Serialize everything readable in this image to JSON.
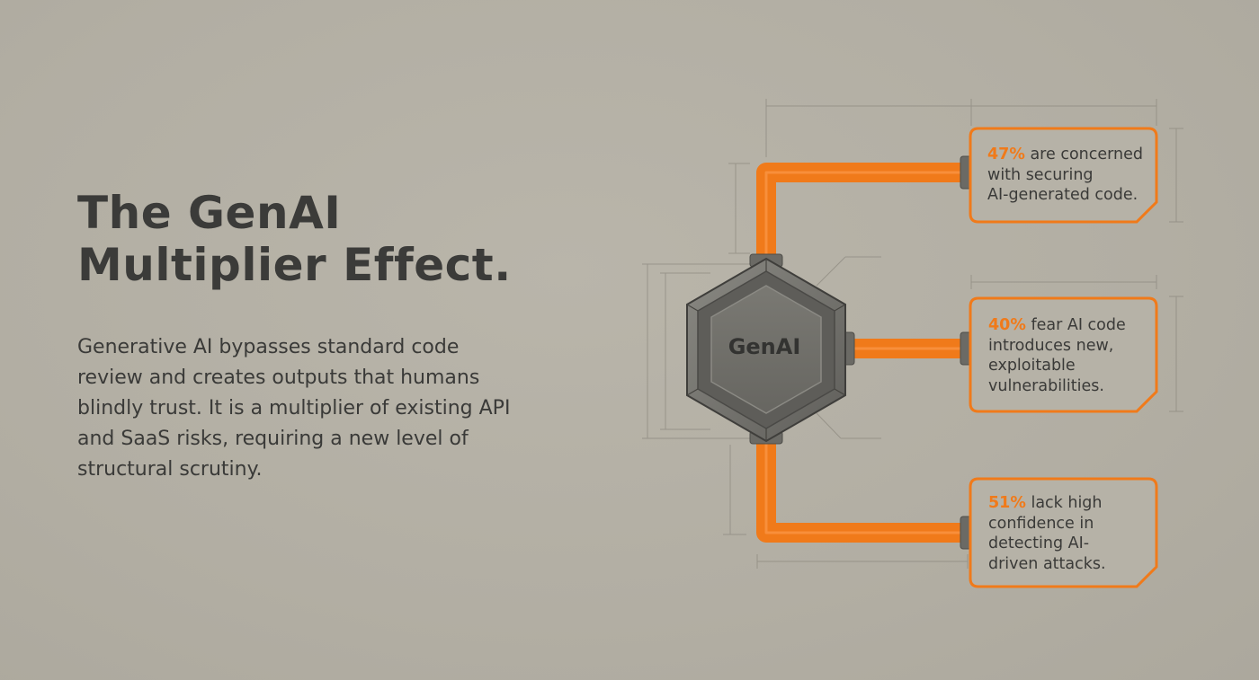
{
  "title_lines": [
    "The GenAI",
    "Multiplier Effect."
  ],
  "body_lines": [
    "Generative AI bypasses standard code",
    "review and creates outputs that humans",
    "blindly trust. It is a multiplier of existing API",
    "and SaaS risks, requiring a new level of",
    "structural scrutiny."
  ],
  "hub": {
    "label": "GenAI"
  },
  "stats": [
    {
      "percent": "47%",
      "percent_value": 47,
      "lines": [
        " are concerned",
        "with securing",
        "AI-generated code."
      ]
    },
    {
      "percent": "40%",
      "percent_value": 40,
      "lines": [
        " fear AI code",
        "introduces new,",
        "exploitable",
        "vulnerabilities."
      ]
    },
    {
      "percent": "51%",
      "percent_value": 51,
      "lines": [
        " lack high",
        "confidence in",
        "detecting AI-",
        "driven attacks."
      ]
    }
  ],
  "colors": {
    "background": "#b3afa4",
    "accent": "#f07a1a",
    "text": "#3a3a38",
    "hexagon": "#6e6d68"
  }
}
